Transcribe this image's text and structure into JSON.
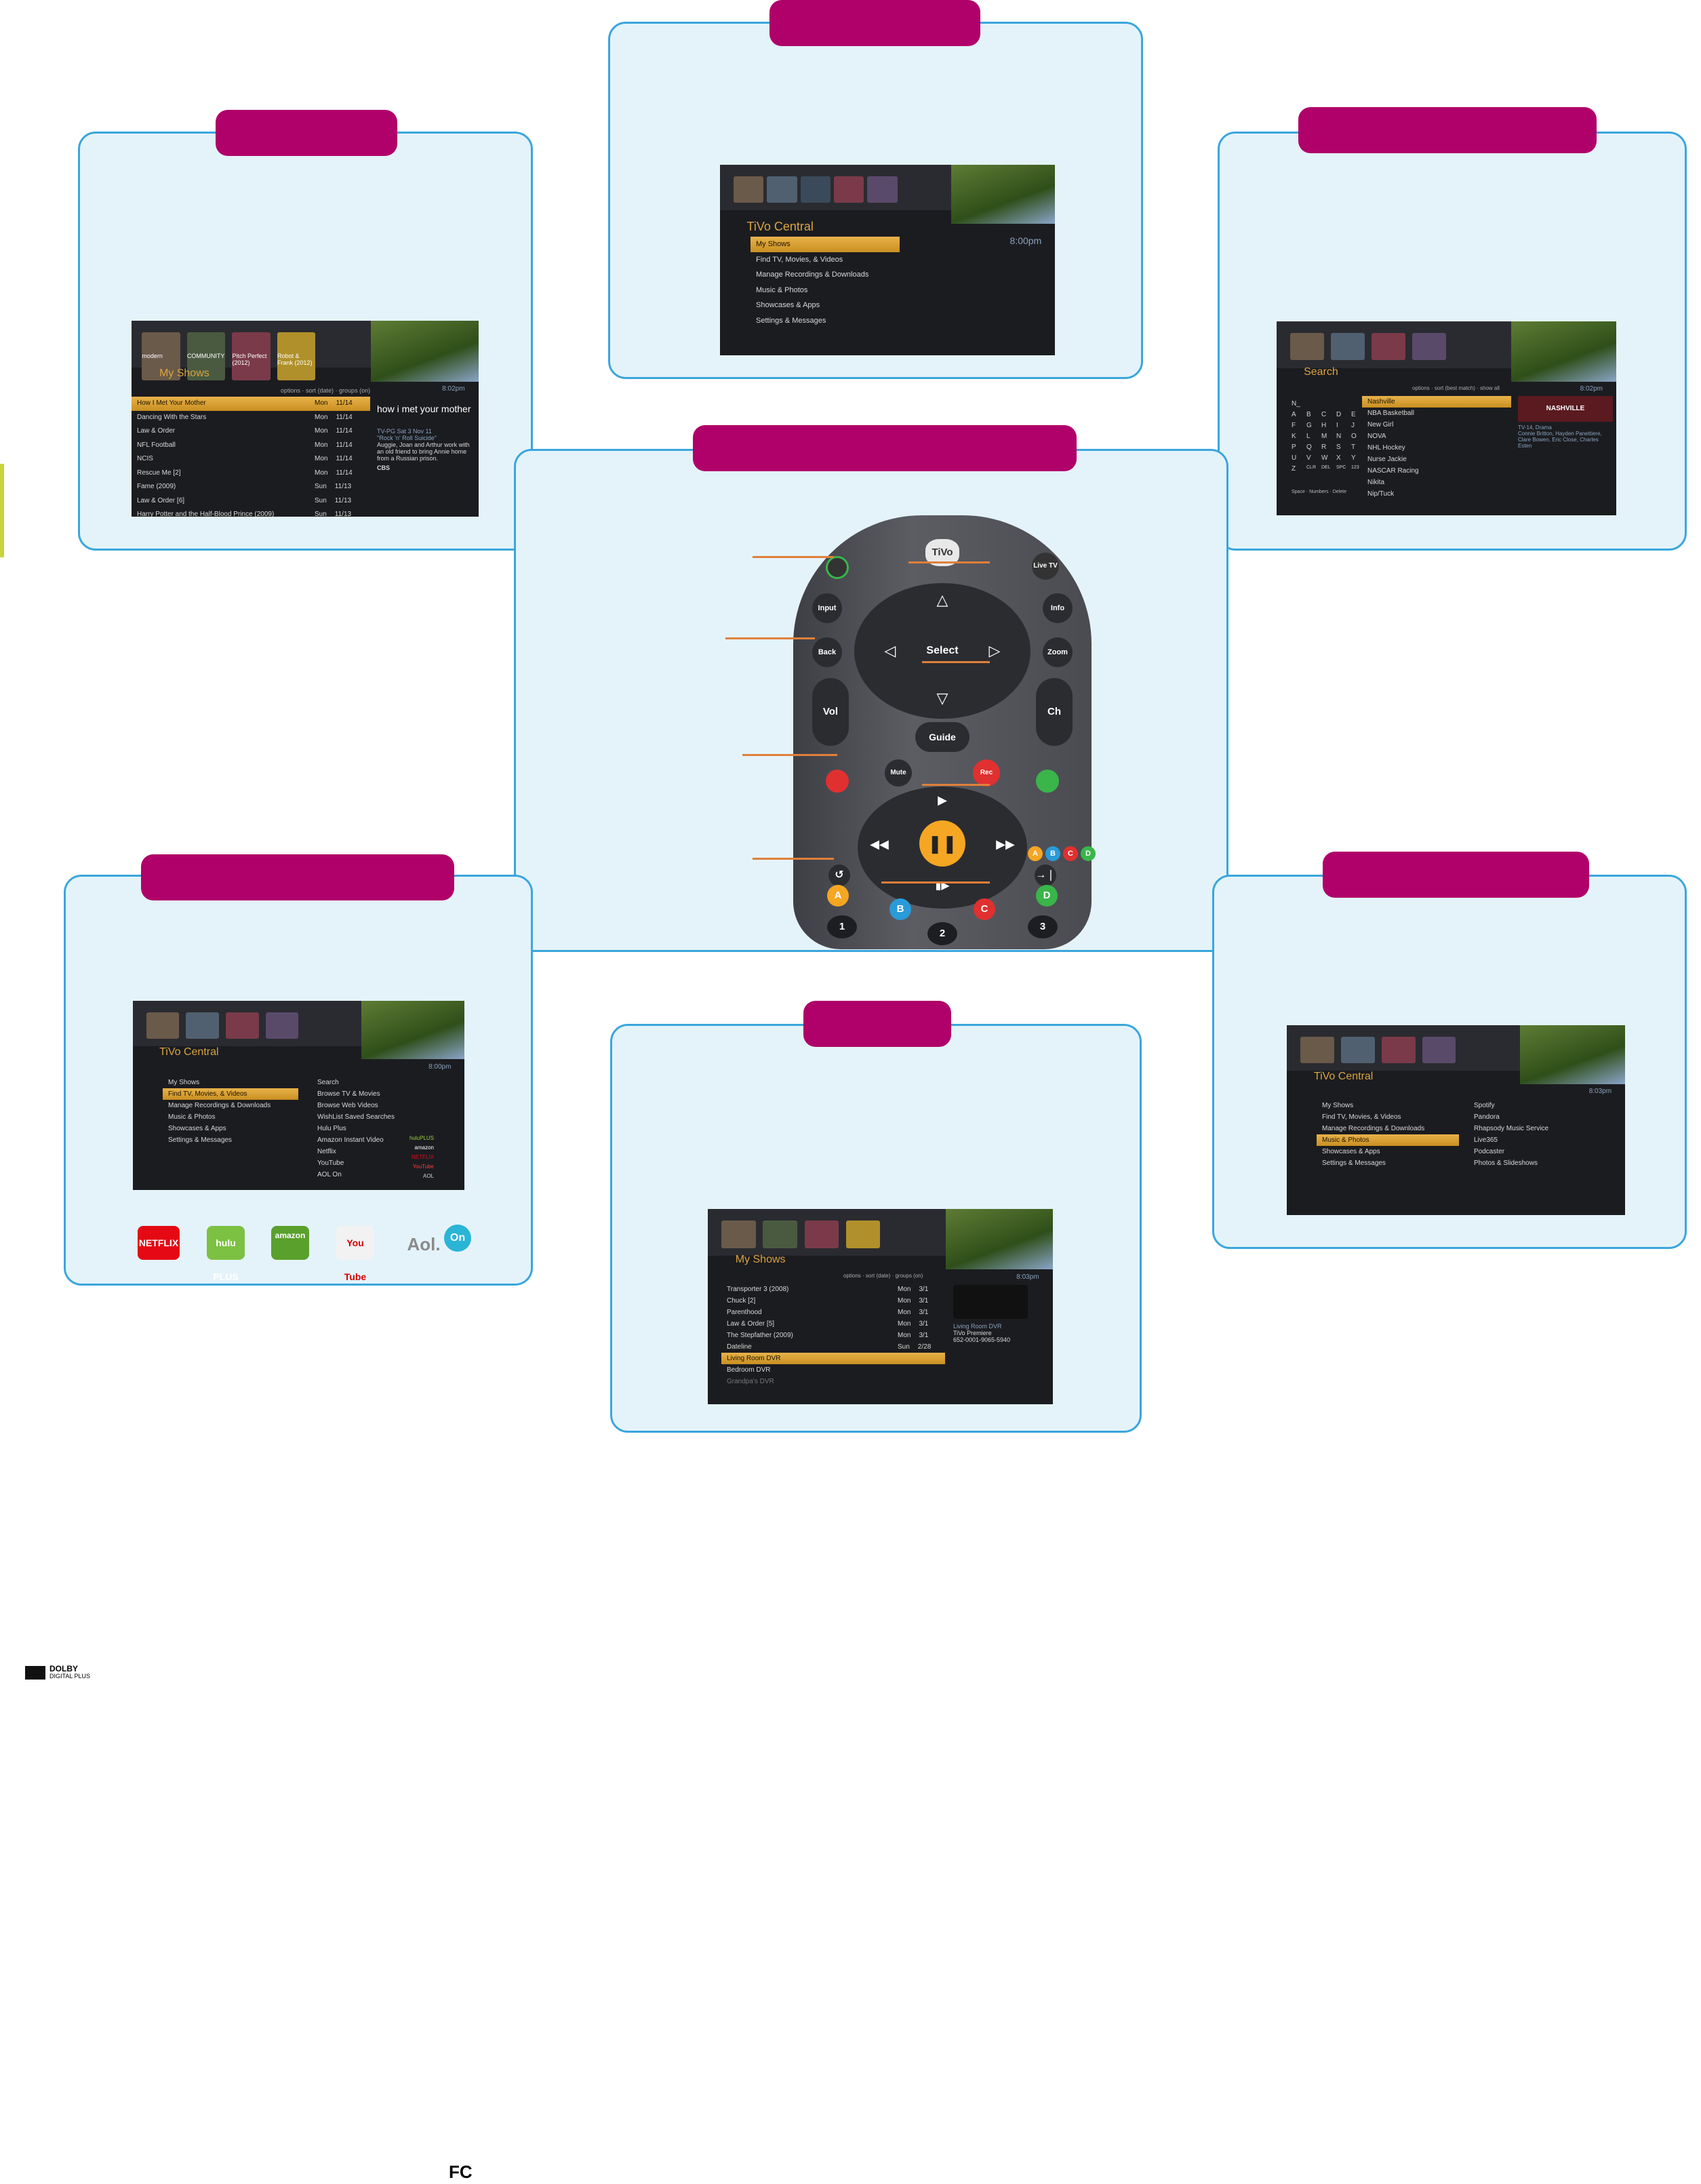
{
  "colors": {
    "panel_bg": "#e4f3fa",
    "panel_border": "#3aa6dc",
    "tab": "#b0006a",
    "highlight": "#e8b24a",
    "callout": "#e0803a"
  },
  "tivo_central": {
    "title": "TiVo Central",
    "time": "8:00pm",
    "menu": [
      "My Shows",
      "Find TV, Movies, & Videos",
      "Manage Recordings & Downloads",
      "Music & Photos",
      "Showcases & Apps",
      "Settings & Messages"
    ]
  },
  "my_shows": {
    "title": "My Shows",
    "time": "8:02pm",
    "hints": [
      "options",
      "sort (date)",
      "groups (on)"
    ],
    "rows": [
      {
        "name": "How I Met Your Mother",
        "day": "Mon",
        "date": "11/14"
      },
      {
        "name": "Dancing With the Stars",
        "day": "Mon",
        "date": "11/14"
      },
      {
        "name": "Law & Order",
        "day": "Mon",
        "date": "11/14"
      },
      {
        "name": "NFL Football",
        "day": "Mon",
        "date": "11/14"
      },
      {
        "name": "NCIS",
        "day": "Mon",
        "date": "11/14"
      },
      {
        "name": "Rescue Me [2]",
        "day": "Mon",
        "date": "11/14"
      },
      {
        "name": "Fame (2009)",
        "day": "Sun",
        "date": "11/13"
      },
      {
        "name": "Law & Order [6]",
        "day": "Sun",
        "date": "11/13"
      },
      {
        "name": "Harry Potter and the Half-Blood Prince (2009)",
        "day": "Sun",
        "date": "11/13"
      }
    ],
    "info": {
      "ep": "TV-PG  Sat 3 Nov 11",
      "ep_title": "\"Rock 'n' Roll Suicide\"",
      "desc": "Auggie, Joan and Arthur work with an old friend to bring Annie home from a Russian prison.",
      "network": "CBS",
      "logo": "how i met your mother"
    },
    "thumbs": [
      "modern",
      "COMMUNITY",
      "Pitch Perfect (2012)",
      "Robot & Frank (2012)"
    ]
  },
  "search": {
    "title": "Search",
    "time": "8:02pm",
    "hints": [
      "options",
      "sort (best match)",
      "show all"
    ],
    "query": "N_",
    "letters": [
      "A",
      "B",
      "C",
      "D",
      "E",
      "F",
      "G",
      "H",
      "I",
      "J",
      "K",
      "L",
      "M",
      "N",
      "O",
      "P",
      "Q",
      "R",
      "S",
      "T",
      "U",
      "V",
      "W",
      "X",
      "Y",
      "Z",
      "CLR",
      "DEL",
      "SPC",
      "123"
    ],
    "keys": [
      "Space",
      "Numbers",
      "Delete"
    ],
    "results": [
      "Nashville",
      "NBA Basketball",
      "New Girl",
      "NOVA",
      "NHL Hockey",
      "Nurse Jackie",
      "NASCAR Racing",
      "Nikita",
      "Nip/Tuck"
    ],
    "info": {
      "show": "NASHVILLE",
      "meta": "TV-14, Drama",
      "cast": "Connie Britton, Hayden Panettiere, Clare Bowen, Eric Close, Charles Esten"
    }
  },
  "find_tv": {
    "title": "TiVo Central",
    "time": "8:00pm",
    "menu": [
      "My Shows",
      "Find TV, Movies, & Videos",
      "Manage Recordings & Downloads",
      "Music & Photos",
      "Showcases & Apps",
      "Settings & Messages"
    ],
    "sub": [
      "Search",
      "Browse TV & Movies",
      "Browse Web Videos",
      "WishList Saved Searches",
      "Hulu Plus",
      "Amazon Instant Video",
      "Netflix",
      "YouTube",
      "AOL On"
    ],
    "sub_logos": [
      "huluPLUS",
      "amazon",
      "NETFLIX",
      "YouTube",
      "AOL"
    ],
    "logos": [
      "NETFLIX",
      "hulu PLUS",
      "amazon",
      "You Tube",
      "Aol.",
      "On"
    ]
  },
  "music": {
    "title": "TiVo Central",
    "time": "8:03pm",
    "menu": [
      "My Shows",
      "Find TV, Movies, & Videos",
      "Manage Recordings & Downloads",
      "Music & Photos",
      "Showcases & Apps",
      "Settings & Messages"
    ],
    "sub": [
      "Spotify",
      "Pandora",
      "Rhapsody Music Service",
      "Live365",
      "Podcaster",
      "Photos & Slideshows"
    ]
  },
  "multi_room": {
    "title": "My Shows",
    "time": "8:03pm",
    "hints": [
      "options",
      "sort (date)",
      "groups (on)"
    ],
    "rows": [
      {
        "name": "Transporter 3 (2008)",
        "day": "Mon",
        "date": "3/1"
      },
      {
        "name": "Chuck [2]",
        "day": "Mon",
        "date": "3/1"
      },
      {
        "name": "Parenthood",
        "day": "Mon",
        "date": "3/1"
      },
      {
        "name": "Law & Order [5]",
        "day": "Mon",
        "date": "3/1"
      },
      {
        "name": "The Stepfather (2009)",
        "day": "Mon",
        "date": "3/1"
      },
      {
        "name": "Dateline",
        "day": "Sun",
        "date": "2/28"
      }
    ],
    "devices": [
      "Living Room DVR",
      "Bedroom DVR",
      "Grandpa's DVR"
    ],
    "info": {
      "device": "Living Room DVR",
      "model": "TiVo Premiere",
      "serial": "652-0001-9065-5940"
    }
  },
  "remote": {
    "brand": "TiVo",
    "buttons": {
      "tivo": "TiVo",
      "live_tv": "Live TV",
      "input": "Input",
      "info": "Info",
      "select": "Select",
      "back": "Back",
      "zoom": "Zoom",
      "vol": "Vol",
      "ch": "Ch",
      "guide": "Guide",
      "mute": "Mute",
      "rec": "Rec"
    },
    "abcd": [
      "A",
      "B",
      "C",
      "D"
    ],
    "numbers": [
      "1",
      "2",
      "3"
    ],
    "legend_abcd": [
      "A",
      "B",
      "C",
      "D"
    ]
  },
  "footer": {
    "dolby_main": "DOLBY",
    "dolby_sub": "DIGITAL PLUS",
    "fcc": "FC"
  }
}
